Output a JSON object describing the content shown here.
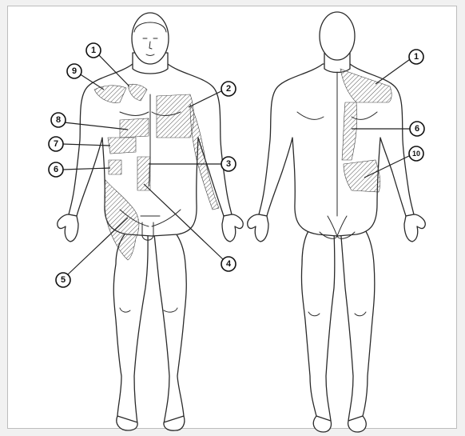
{
  "figures": [
    {
      "view": "front",
      "name": "anterior-body"
    },
    {
      "view": "back",
      "name": "posterior-body"
    }
  ],
  "markers": [
    {
      "id": "front-1",
      "label": "1",
      "view": "front"
    },
    {
      "id": "front-2",
      "label": "2",
      "view": "front"
    },
    {
      "id": "front-3",
      "label": "3",
      "view": "front"
    },
    {
      "id": "front-4",
      "label": "4",
      "view": "front"
    },
    {
      "id": "front-5",
      "label": "5",
      "view": "front"
    },
    {
      "id": "front-6",
      "label": "6",
      "view": "front"
    },
    {
      "id": "front-7",
      "label": "7",
      "view": "front"
    },
    {
      "id": "front-8",
      "label": "8",
      "view": "front"
    },
    {
      "id": "front-9",
      "label": "9",
      "view": "front"
    },
    {
      "id": "back-1",
      "label": "1",
      "view": "back"
    },
    {
      "id": "back-6",
      "label": "6",
      "view": "back"
    },
    {
      "id": "back-10",
      "label": "10",
      "view": "back"
    }
  ],
  "colors": {
    "background": "#f1f1f1",
    "line": "#2a2a2a",
    "hatch": "#555555"
  }
}
